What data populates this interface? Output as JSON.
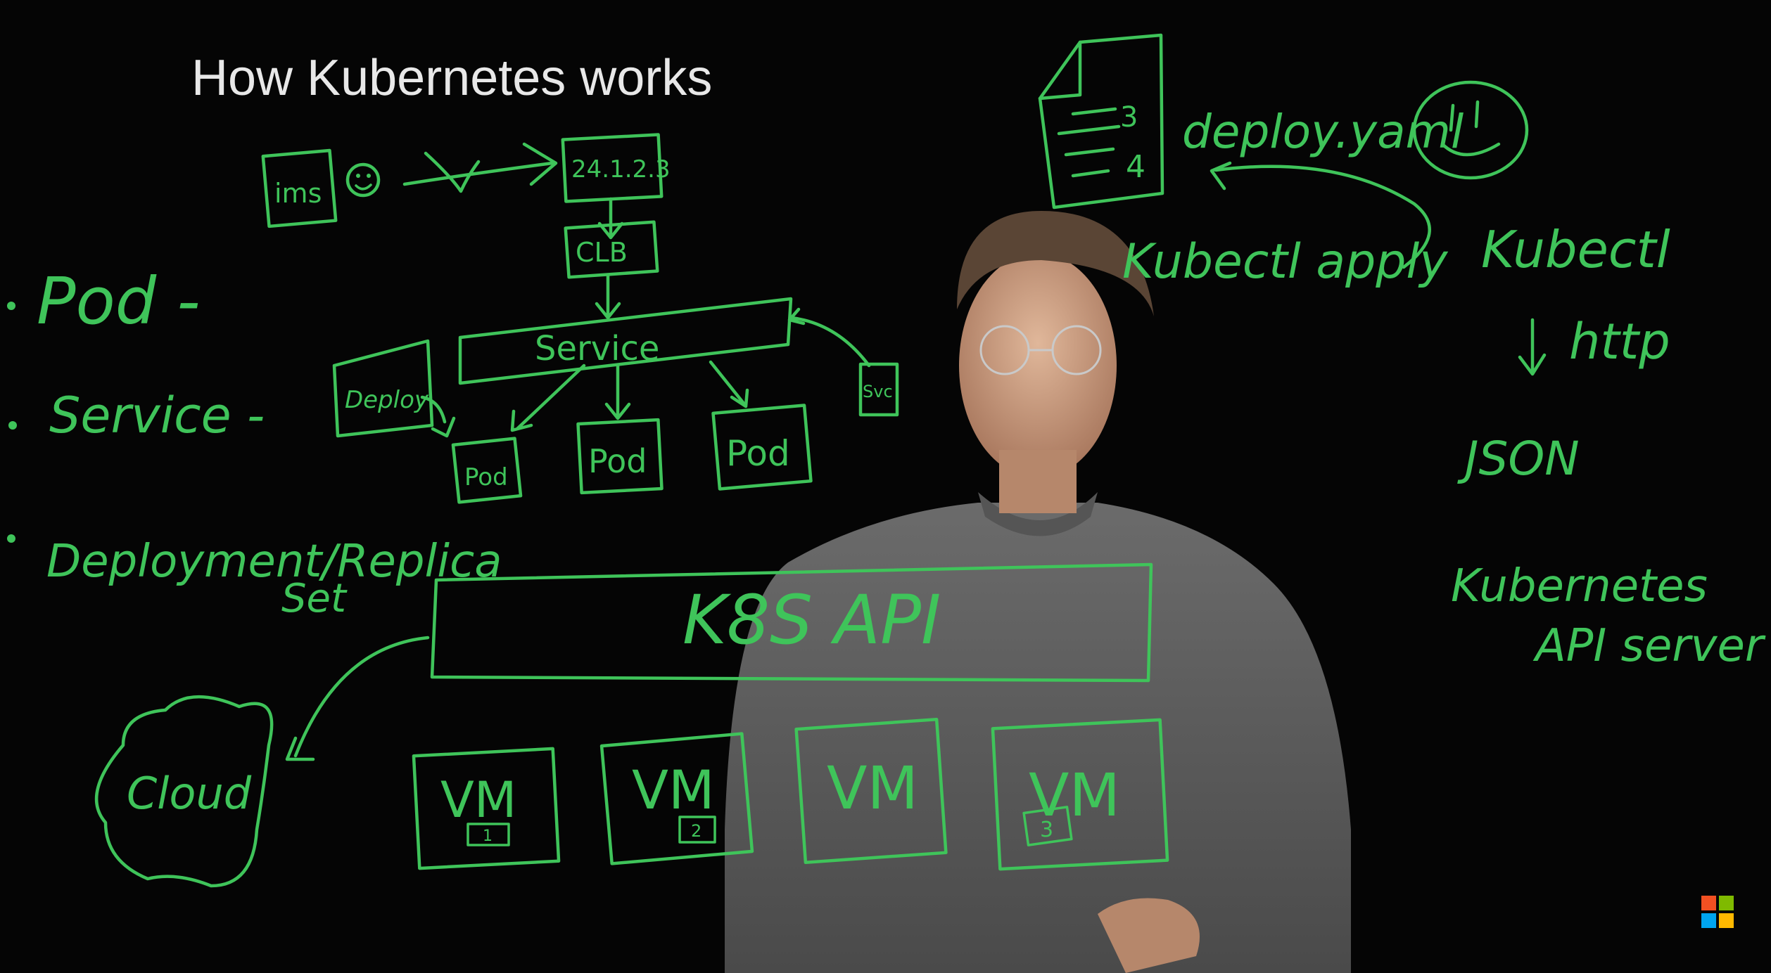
{
  "title": "How Kubernetes works",
  "bullets": {
    "pod": "Pod -",
    "service": "Service -",
    "deployment_line1": "Deployment/Replica",
    "deployment_line2": "Set"
  },
  "diagram": {
    "ims": "ims",
    "ip": "24.1.2.3",
    "clb": "CLB",
    "service": "Service",
    "deploy": "Deploy",
    "svc": "Svc",
    "pods": [
      "Pod",
      "Pod",
      "Pod"
    ],
    "api_box": "K8S   API",
    "cloud": "Cloud",
    "vms": [
      {
        "label": "VM",
        "badge": "1"
      },
      {
        "label": "VM",
        "badge": "2"
      },
      {
        "label": "VM",
        "badge": ""
      },
      {
        "label": "VM",
        "badge": "3"
      }
    ]
  },
  "right_notes": {
    "yaml_file": "deploy.yaml",
    "yaml_lines": [
      "3",
      "4"
    ],
    "kubectl_apply": "Kubectl apply",
    "kubectl": "Kubectl",
    "http": "http",
    "json": "JSON",
    "server_line1": "Kubernetes",
    "server_line2": "API server"
  },
  "colors": {
    "marker_green": "#3fc45a",
    "background": "#050505",
    "logo": [
      "#f25022",
      "#7fba00",
      "#00a4ef",
      "#ffb900"
    ]
  },
  "icons": {
    "smiley": "smiley-face-icon",
    "document": "document-icon",
    "logo": "microsoft-logo-icon"
  }
}
